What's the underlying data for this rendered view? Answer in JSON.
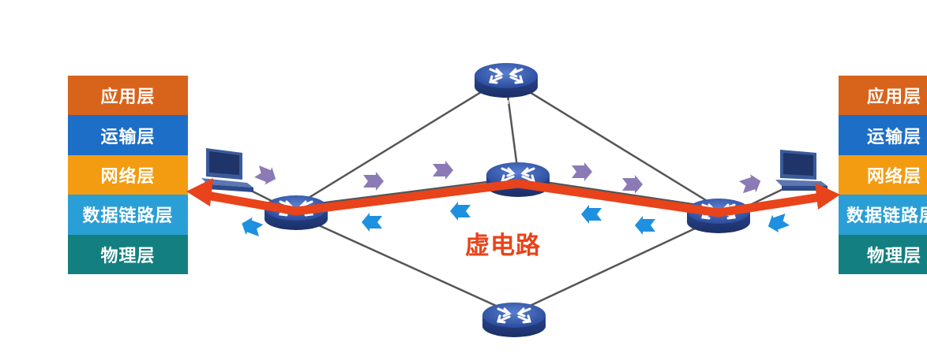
{
  "layers": [
    {
      "label": "应用层",
      "color": "#d8631a"
    },
    {
      "label": "运输层",
      "color": "#1d6ec7"
    },
    {
      "label": "网络层",
      "color": "#f39c12"
    },
    {
      "label": "数据链路层",
      "color": "#2a9fd6"
    },
    {
      "label": "物理层",
      "color": "#147f80"
    }
  ],
  "router_label": "ROUTER",
  "virtual_circuit_label": "虚电路",
  "colors": {
    "path": "#e8431a",
    "forward_packets": "#8c7ab7",
    "return_packets": "#1e90e0",
    "router": "#2e4fa0",
    "links": "#555555"
  },
  "icons": [
    "router-icon",
    "computer-icon"
  ]
}
